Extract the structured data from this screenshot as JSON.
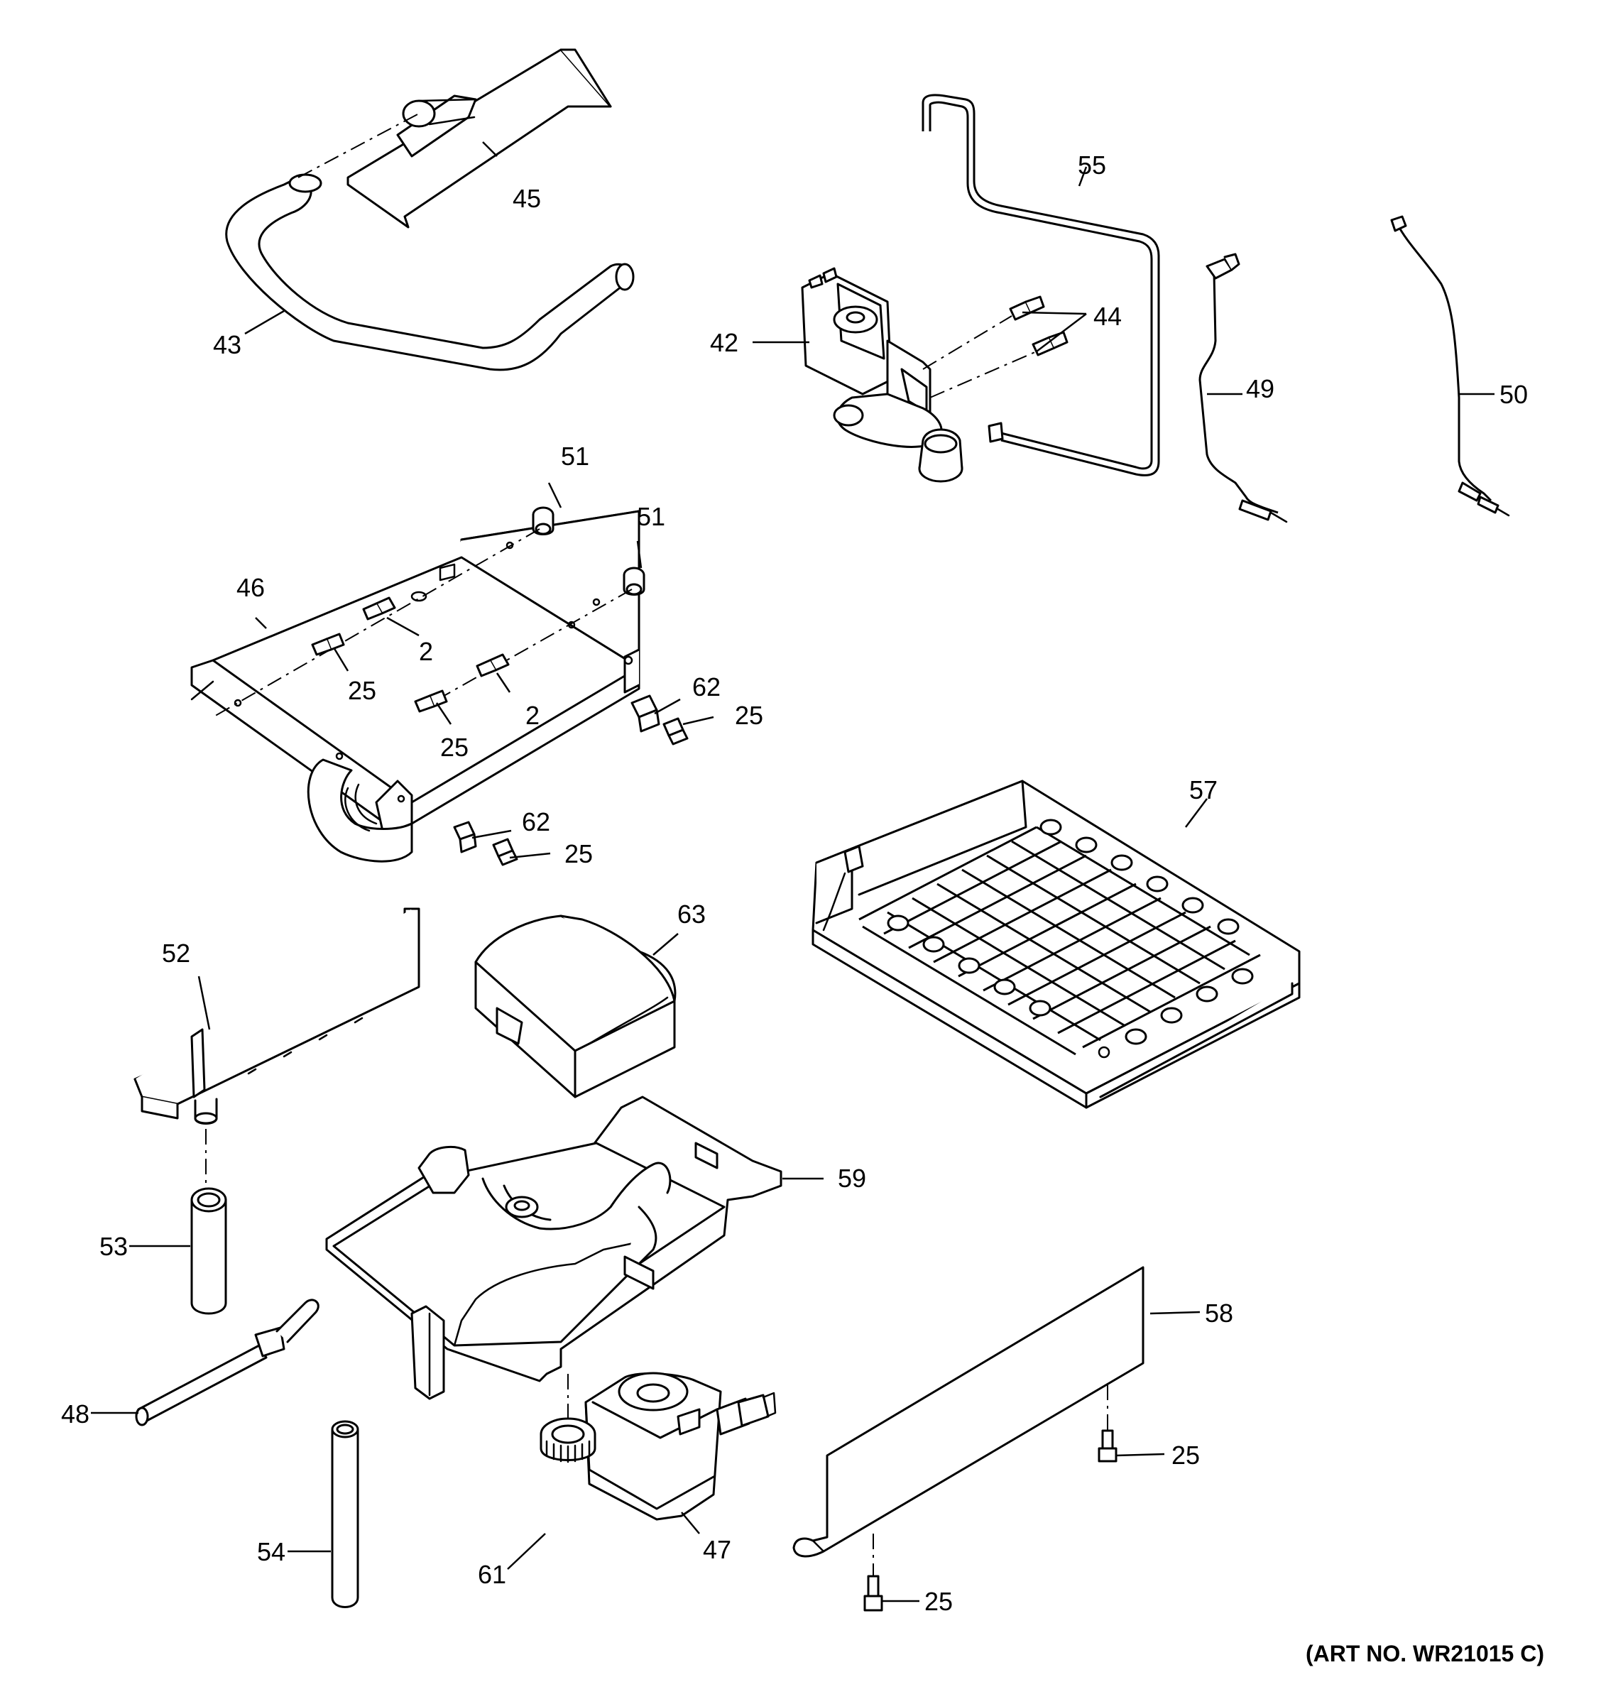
{
  "art_number": "(ART NO. WR21015 C)",
  "callouts": {
    "c43": "43",
    "c45": "45",
    "c42": "42",
    "c44": "44",
    "c55": "55",
    "c49": "49",
    "c50": "50",
    "c51a": "51",
    "c51b": "51",
    "c46": "46",
    "c2a": "2",
    "c2b": "2",
    "c25a": "25",
    "c25b": "25",
    "c62a": "62",
    "c25c": "25",
    "c62b": "62",
    "c25d": "25",
    "c57": "57",
    "c52": "52",
    "c63": "63",
    "c59": "59",
    "c53": "53",
    "c58": "58",
    "c48": "48",
    "c25e": "25",
    "c54": "54",
    "c61": "61",
    "c47": "47",
    "c25f": "25"
  },
  "parts": [
    {
      "callout": "2",
      "icon": "screw-icon"
    },
    {
      "callout": "25",
      "icon": "screw-icon"
    },
    {
      "callout": "42",
      "icon": "water-valve-icon"
    },
    {
      "callout": "43",
      "icon": "fill-tube-icon"
    },
    {
      "callout": "44",
      "icon": "screw-icon"
    },
    {
      "callout": "45",
      "icon": "bracket-icon"
    },
    {
      "callout": "46",
      "icon": "bracket-icon"
    },
    {
      "callout": "47",
      "icon": "motor-icon"
    },
    {
      "callout": "48",
      "icon": "tube-icon"
    },
    {
      "callout": "49",
      "icon": "wire-harness-icon"
    },
    {
      "callout": "50",
      "icon": "wire-harness-icon"
    },
    {
      "callout": "51",
      "icon": "grommet-icon"
    },
    {
      "callout": "52",
      "icon": "trough-icon"
    },
    {
      "callout": "53",
      "icon": "tube-icon"
    },
    {
      "callout": "54",
      "icon": "tube-icon"
    },
    {
      "callout": "55",
      "icon": "tube-icon"
    },
    {
      "callout": "57",
      "icon": "ice-maker-grid-icon"
    },
    {
      "callout": "58",
      "icon": "shield-icon"
    },
    {
      "callout": "59",
      "icon": "tray-icon"
    },
    {
      "callout": "61",
      "icon": "nut-icon"
    },
    {
      "callout": "62",
      "icon": "clip-icon"
    },
    {
      "callout": "63",
      "icon": "cover-icon"
    }
  ]
}
